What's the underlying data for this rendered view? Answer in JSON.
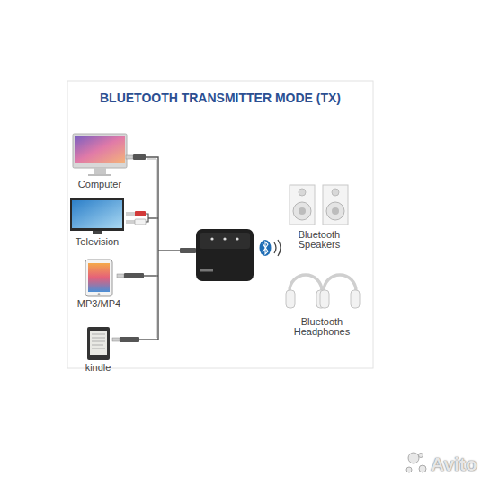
{
  "diagram": {
    "title": "BLUETOOTH TRANSMITTER MODE (TX)",
    "nodes": [
      {
        "text": [
          "Computer"
        ]
      },
      {
        "text": [
          "Television"
        ]
      },
      {
        "text": [
          "MP3/MP4"
        ]
      },
      {
        "text": [
          "kindle"
        ]
      },
      {
        "text": [
          "Bluetooth Speakers"
        ]
      },
      {
        "text": [
          "Bluetooth Headphones"
        ]
      }
    ],
    "labels": [
      "Avito"
    ]
  }
}
